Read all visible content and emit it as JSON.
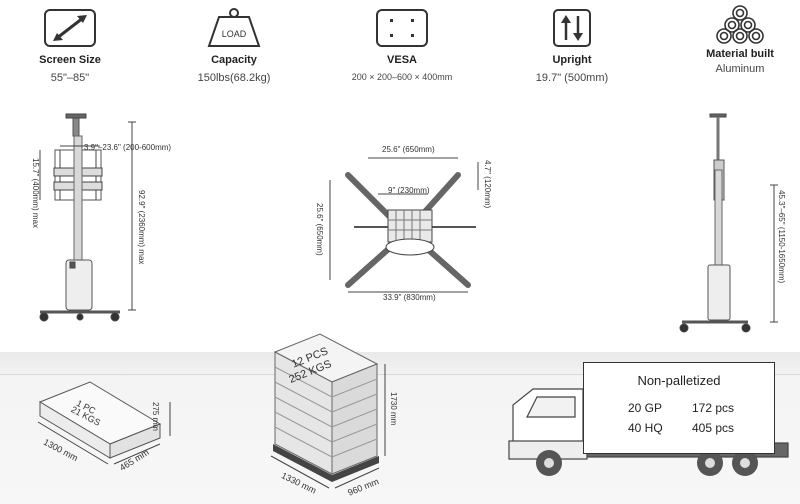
{
  "specs": [
    {
      "icon": "diagonal-arrow-icon",
      "label": "Screen Size",
      "value": "55\"–85\""
    },
    {
      "icon": "load-weight-icon",
      "label": "Capacity",
      "value": "150lbs(68.2kg)",
      "icon_text": "LOAD"
    },
    {
      "icon": "vesa-plate-icon",
      "label": "VESA",
      "value": "200 × 200–600 × 400mm"
    },
    {
      "icon": "up-down-arrows-icon",
      "label": "Upright",
      "value": "19.7\" (500mm)"
    },
    {
      "icon": "aluminum-coil-icon",
      "label": "Material built",
      "value": "Aluminum"
    }
  ],
  "front_view": {
    "width_range": "3.9\"–23.6\"  (200-600mm)",
    "bracket_height": "15.7\" (400mm) max",
    "total_height": "92.9\" (2360mm) max"
  },
  "top_view": {
    "top_span": "25.6\" (650mm)",
    "inner_span": "9\" (230mm)",
    "right_depth": "4.7\" (120mm)",
    "left_depth": "25.6\" (650mm)",
    "bottom_span": "33.9\" (830mm)"
  },
  "side_view": {
    "height_range": "45.3\"–65\" (1150-1650mm)"
  },
  "package": {
    "box_line1": "1 PC",
    "box_line2": "21 KGS",
    "height": "275 mm",
    "length": "1300 mm",
    "width": "465 mm"
  },
  "pallet": {
    "line1": "12 PCS",
    "line2": "252 KGS",
    "height": "1730 mm",
    "length": "1330 mm",
    "width": "960 mm"
  },
  "shipping": {
    "title": "Non-palletized",
    "rows": [
      {
        "container": "20 GP",
        "qty": "172 pcs"
      },
      {
        "container": "40 HQ",
        "qty": "405 pcs"
      }
    ]
  }
}
